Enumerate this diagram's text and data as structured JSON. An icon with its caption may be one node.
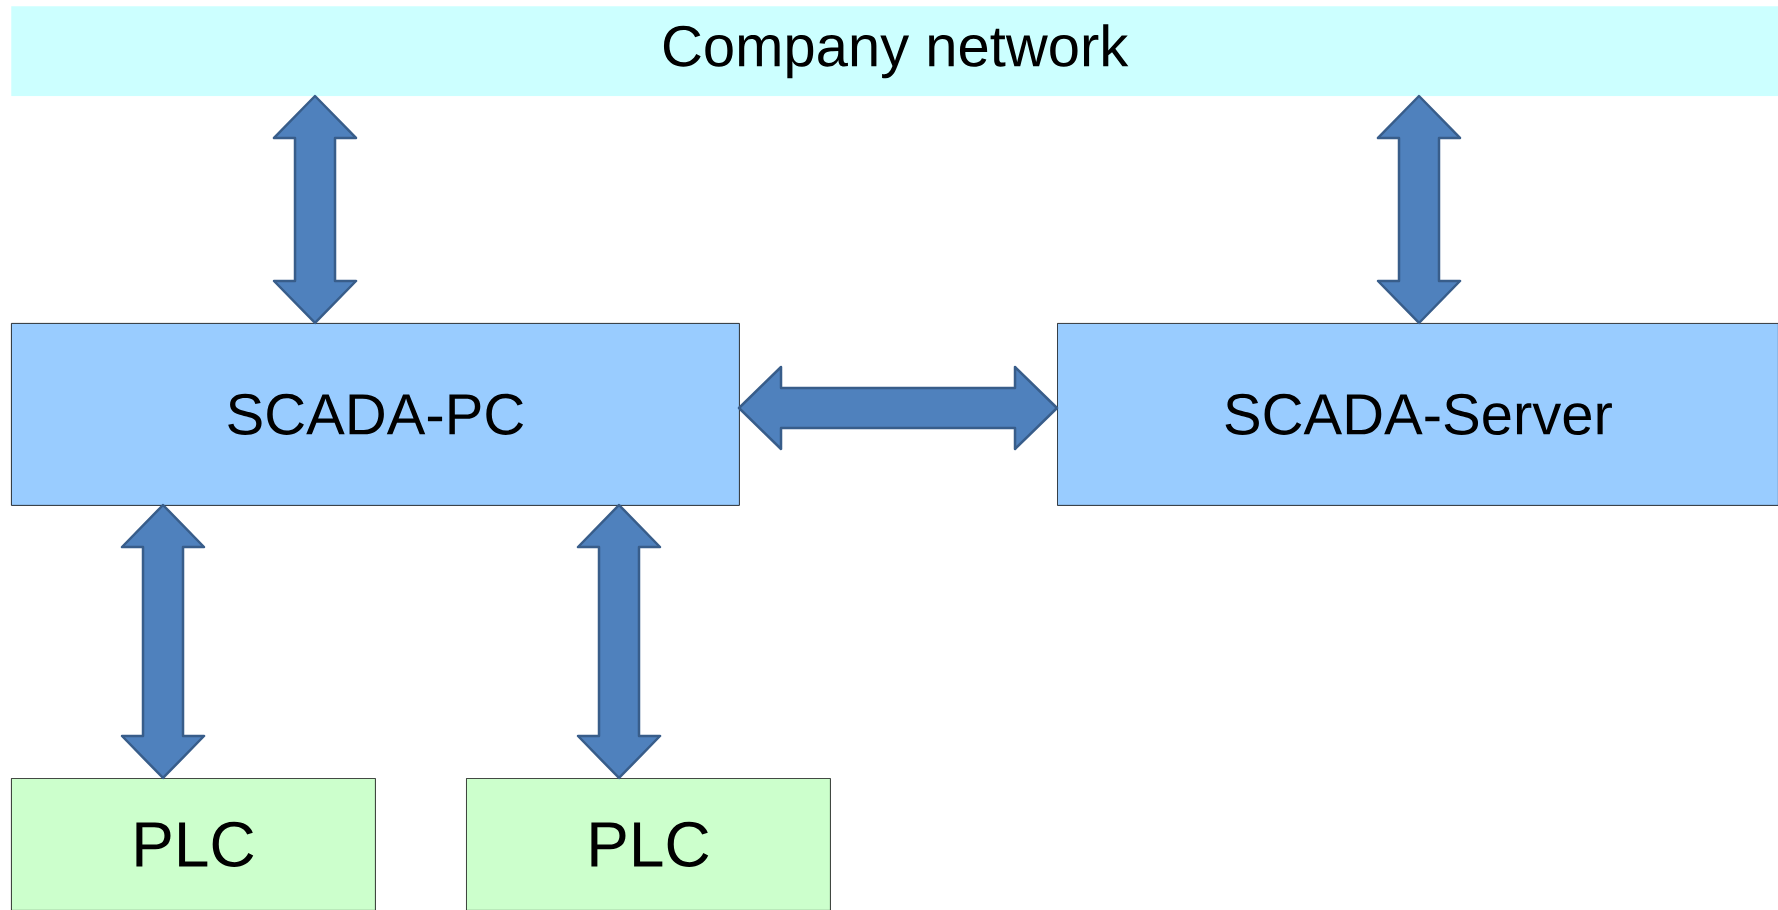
{
  "diagram": {
    "nodes": [
      {
        "text": [
          "Company network"
        ]
      },
      {
        "text": [
          "SCADA-PC"
        ]
      },
      {
        "text": [
          "SCADA-Server"
        ]
      },
      {
        "text": [
          "PLC"
        ]
      },
      {
        "text": [
          "PLC"
        ]
      }
    ],
    "edges": [
      {
        "from": 0,
        "to": 1,
        "arrow": "both"
      },
      {
        "from": 0,
        "to": 2,
        "arrow": "both"
      },
      {
        "from": 1,
        "to": 2,
        "arrow": "both"
      },
      {
        "from": 1,
        "to": 3,
        "arrow": "both"
      },
      {
        "from": 1,
        "to": 4,
        "arrow": "both"
      }
    ]
  }
}
